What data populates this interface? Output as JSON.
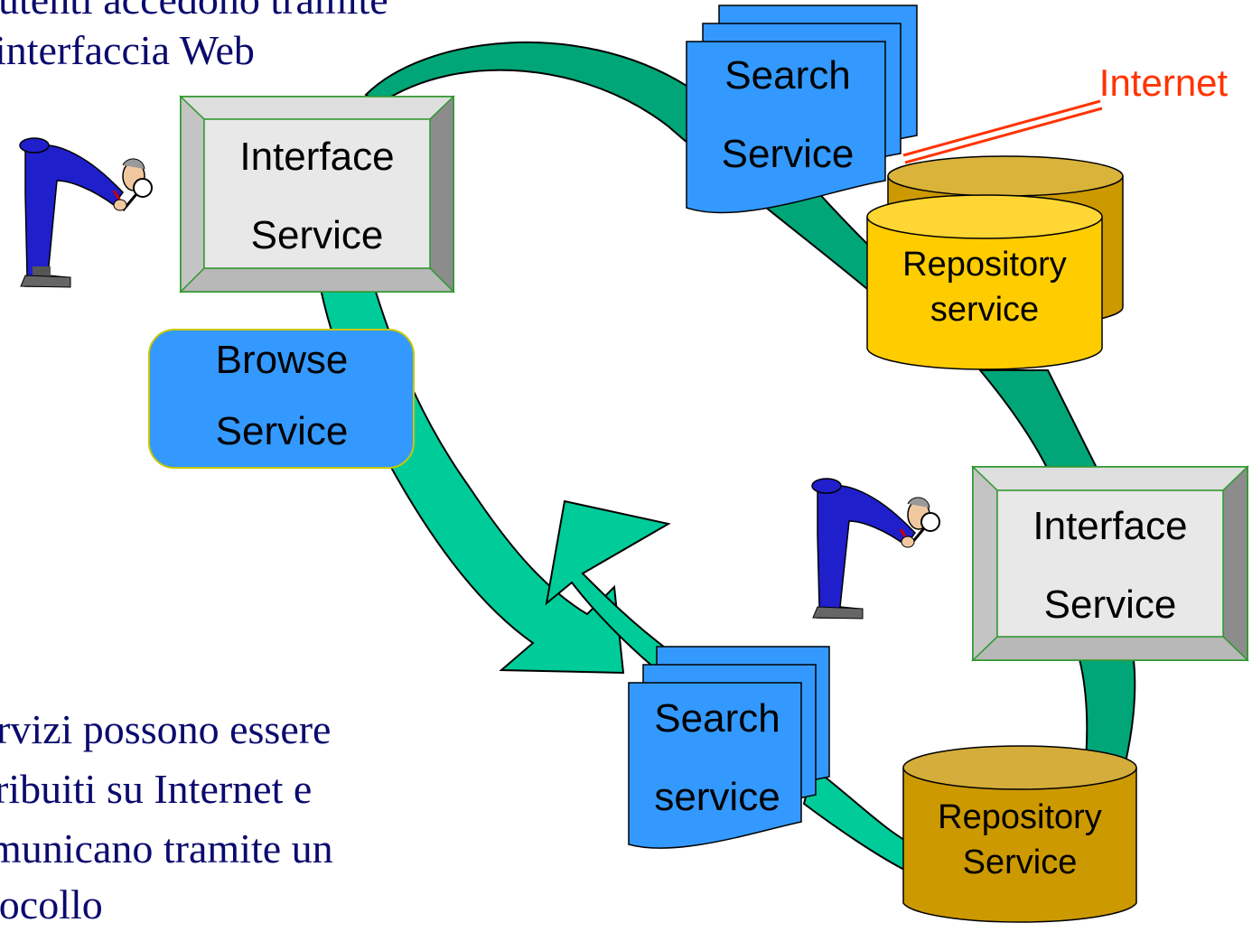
{
  "caption_top": {
    "line1": "utenti accedono tramite",
    "line2": "interfaccia Web"
  },
  "caption_bottom": {
    "line1": "rvizi possono essere",
    "line2": "ribuiti su Internet e",
    "line3": "municano tramite un",
    "line4": "tocollo"
  },
  "nodes": {
    "interface_top": {
      "line1": "Interface",
      "line2": "Service"
    },
    "interface_right": {
      "line1": "Interface",
      "line2": "Service"
    },
    "browse": {
      "line1": "Browse",
      "line2": "Service"
    },
    "search_top": {
      "line1": "Search",
      "line2": "Service"
    },
    "search_bottom": {
      "line1": "Search",
      "line2": "service"
    },
    "repository_top": {
      "line1": "Repository",
      "line2": "service"
    },
    "repository_bottom": {
      "line1": "Repository",
      "line2": "Service"
    }
  },
  "internet_label": "Internet",
  "colors": {
    "caption_text": "#0a0a6e",
    "arrow_fill": "#00cc99",
    "arrow_dark": "#009a73",
    "service_blue": "#3399ff",
    "interface_face": "#e8e8e8",
    "interface_border": "#339933",
    "repository_yellow": "#ffcc00",
    "repository_gold": "#cc9900",
    "internet_red": "#ff3300"
  },
  "icons": [
    "user-with-magnifier-icon",
    "user-with-magnifier-icon"
  ]
}
